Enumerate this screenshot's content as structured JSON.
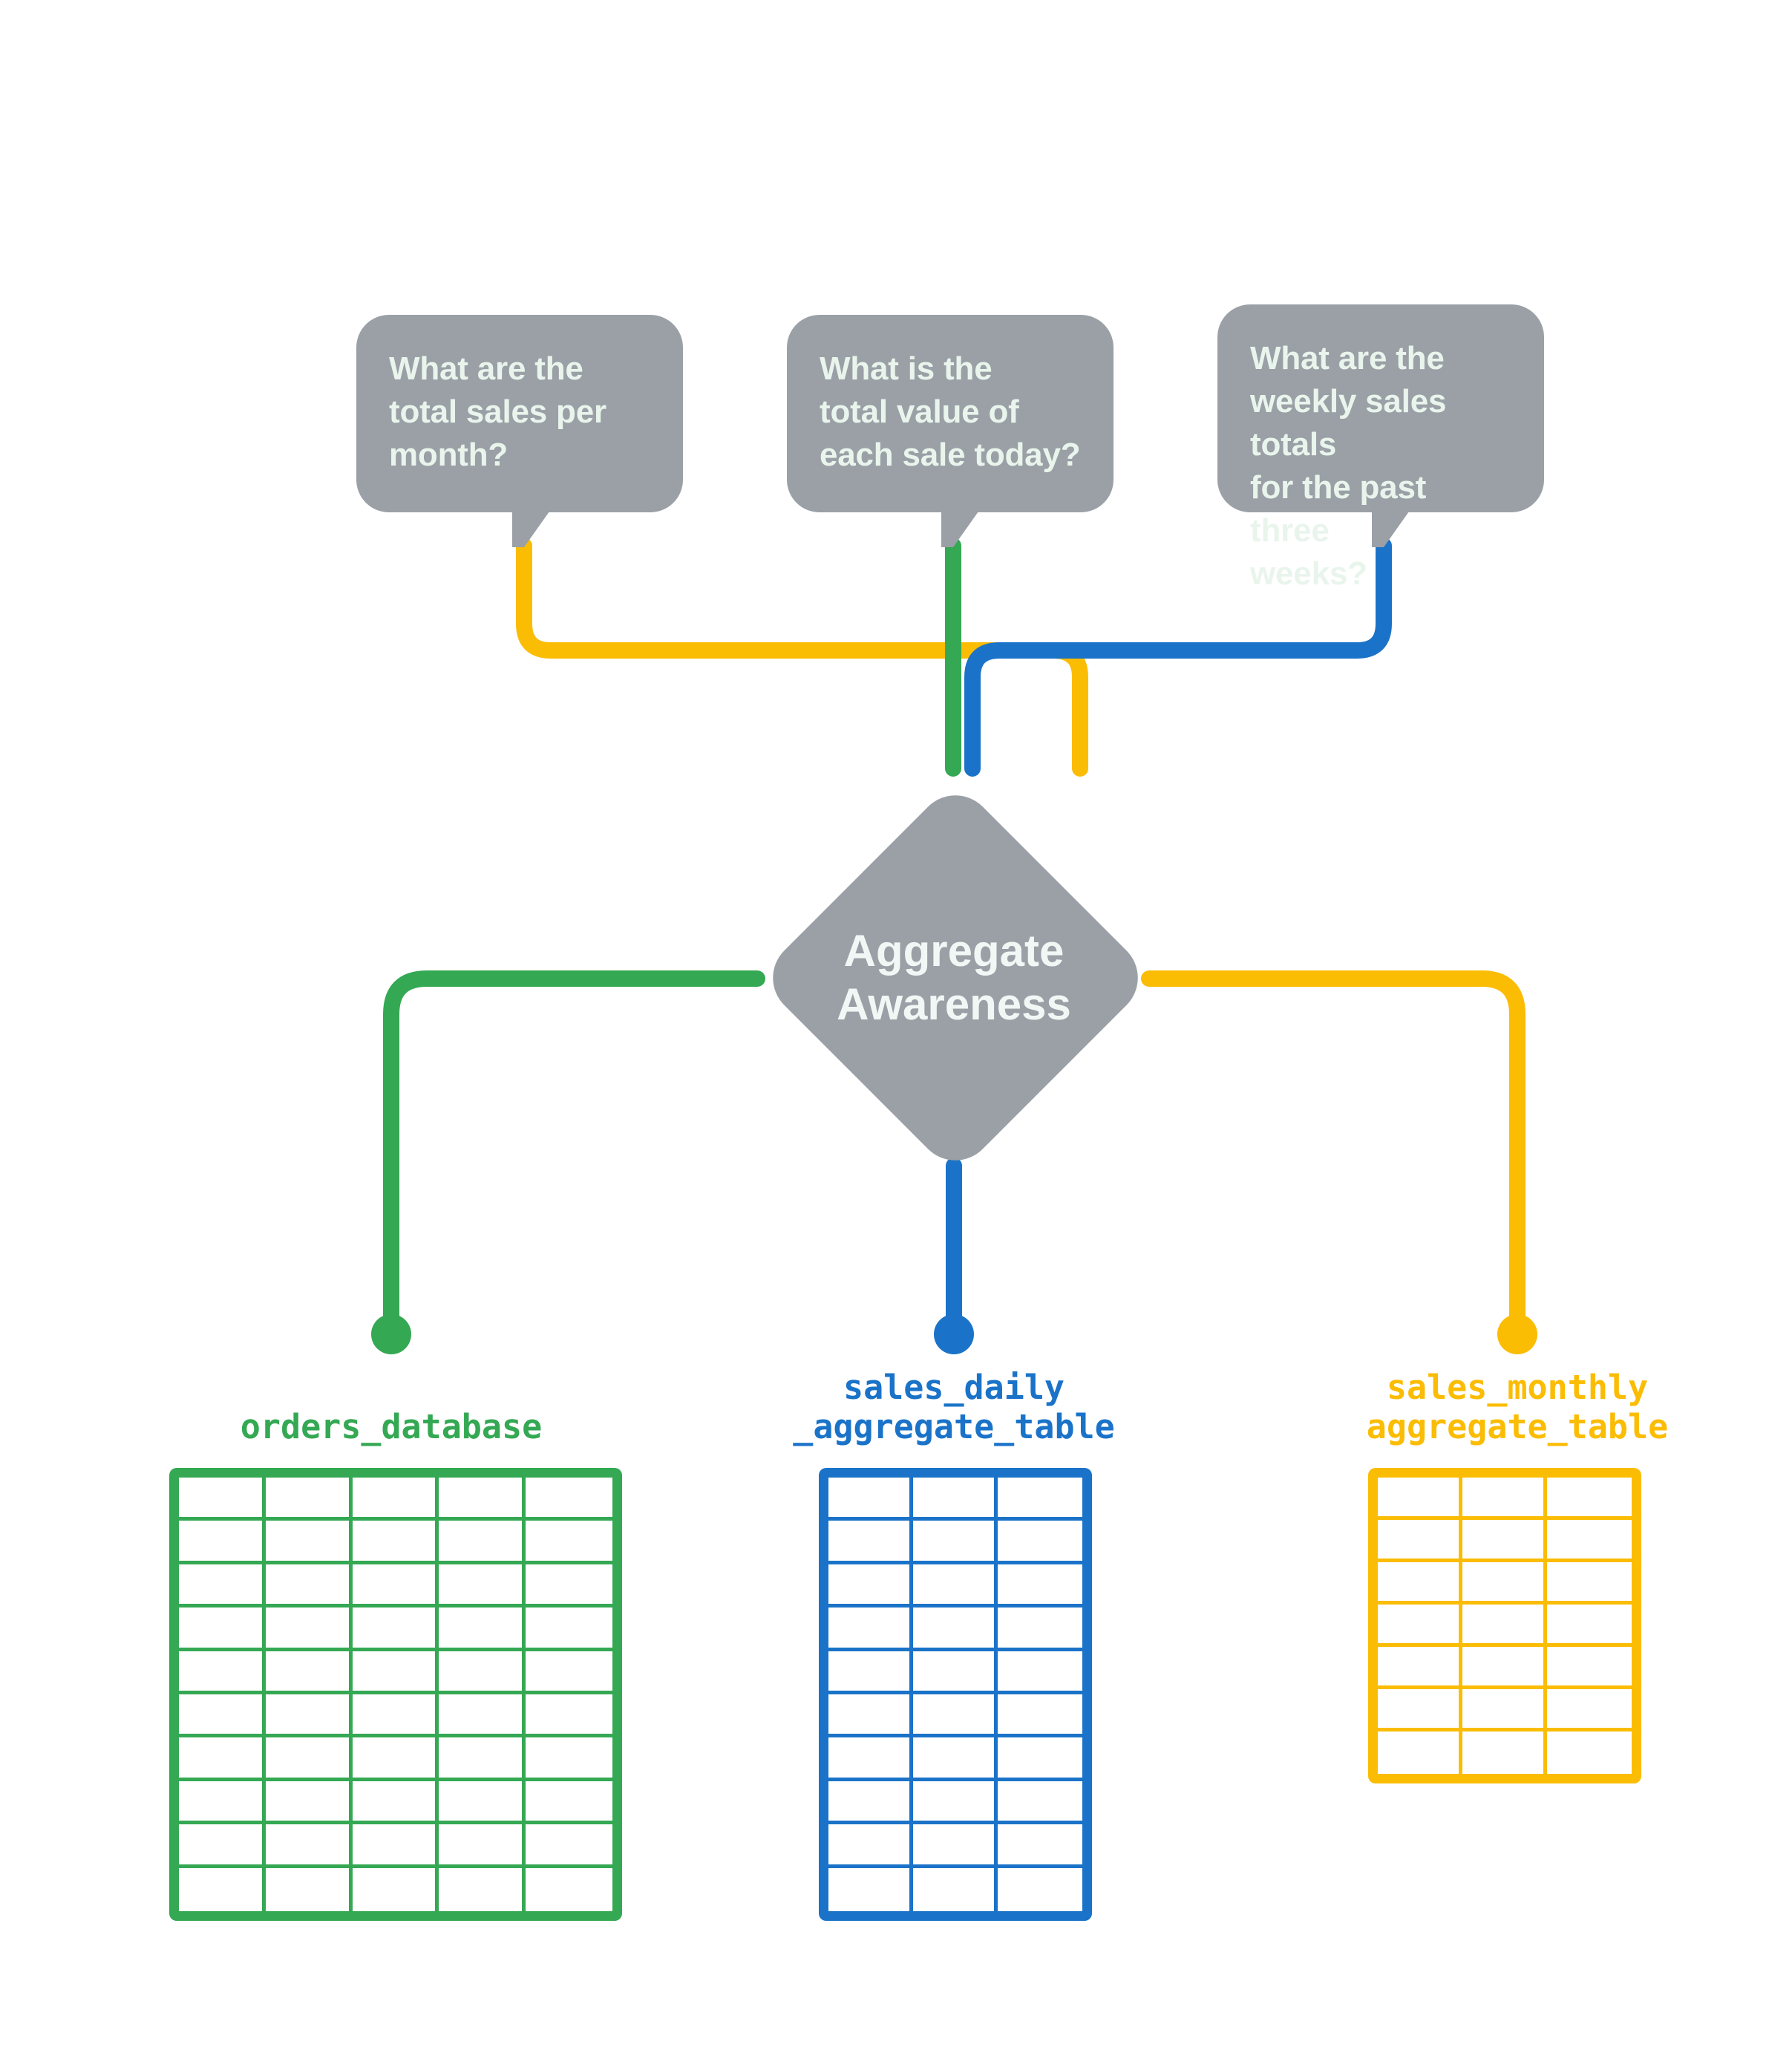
{
  "diagram": {
    "title": "Aggregate Awareness",
    "background": "#ffffff",
    "node": {
      "label": "Aggregate\nAwareness",
      "shape": "diamond",
      "fill": "#9aa0a6",
      "text_color": "#f1f7f4"
    },
    "questions": [
      {
        "id": "monthly-question",
        "text": "What are the\ntotal sales per\nmonth?",
        "wire_color": "#fbbc04",
        "fill": "#9aa0a6",
        "text_color": "#e9f5ec"
      },
      {
        "id": "daily-question",
        "text": "What is the\ntotal value of\neach sale today?",
        "wire_color": "#34a853",
        "fill": "#9aa0a6",
        "text_color": "#e9f5ec"
      },
      {
        "id": "weekly-question",
        "text": "What are the\nweekly sales totals\nfor the past three\nweeks?",
        "wire_color": "#1a73c8",
        "fill": "#9aa0a6",
        "text_color": "#e9f5ec"
      }
    ],
    "sources": [
      {
        "id": "orders-database",
        "label": "orders_database",
        "color": "#34a853",
        "columns": 5,
        "rows": 10
      },
      {
        "id": "sales-daily-aggregate-table",
        "label": "sales_daily\n_aggregate_table",
        "color": "#1a73c8",
        "columns": 3,
        "rows": 10
      },
      {
        "id": "sales-monthly-aggregate-table",
        "label": "sales_monthly\naggregate_table",
        "color": "#fbbc04",
        "columns": 3,
        "rows": 7
      }
    ],
    "colors": {
      "green": "#34a853",
      "blue": "#1a73c8",
      "yellow": "#fbbc04",
      "gray": "#9aa0a6",
      "bubble_text": "#e9f5ec"
    }
  }
}
